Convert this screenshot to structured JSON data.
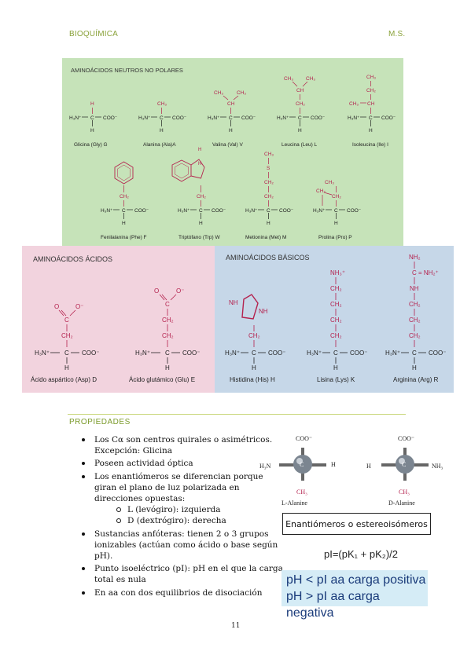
{
  "header": {
    "left": "BIOQUÍMICA",
    "right": "M.S."
  },
  "neutral": {
    "title": "AMINOÁCIDOS NEUTROS NO POLARES",
    "names": [
      "Glicina (Gly) G",
      "Alanina (Ala)A",
      "Valina (Val) V",
      "Leucina (Leu) L",
      "Isoleucina (Ile) I",
      "Fenilalanina (Phe) F",
      "Triptófano (Trp) W",
      "Metionina (Met) M",
      "Prolina (Pro) P"
    ]
  },
  "acid": {
    "title": "AMINOÁCIDOS ÁCIDOS",
    "names": [
      "Ácido aspártico (Asp) D",
      "Ácido glutámico (Glu) E"
    ]
  },
  "basic": {
    "title": "AMINOÁCIDOS BÁSICOS",
    "names": [
      "Histidina (His) H",
      "Lisina (Lys) K",
      "Arginina (Arg) R"
    ]
  },
  "chem": {
    "h3n": "H₃N⁺",
    "c": "C",
    "coo": "COO⁻",
    "h": "H",
    "ch2": "CH₂",
    "ch3": "CH₃",
    "ch": "CH",
    "s": "S",
    "o": "O",
    "o_minus": "O⁻",
    "nh2": "NH₂",
    "nh": "NH",
    "c_eq_nh2": "C = NH₂⁺",
    "nh3": "NH₃⁺"
  },
  "properties": {
    "title": "PROPIEDADES",
    "items": [
      "Los Cα son centros quirales o asimétricos. Excepción: Glicina",
      "Poseen actividad óptica",
      "Los enantiómeros se diferencian porque giran el plano de luz polarizada en direcciones opuestas:",
      "Sustancias anfóteras: tienen 2 o 3 grupos ionizables (actúan como ácido o base según pH).",
      "Punto isoeléctrico (pI): pH en el que la carga total es nula",
      "En aa con dos equilibrios de disociación"
    ],
    "subitems": [
      "L (levógiro): izquierda",
      "D (dextrógiro): derecha"
    ]
  },
  "enantiomers": {
    "left_label": "L-Alanine",
    "right_label": "D-Alanine",
    "coo": "COO⁻",
    "h3n": "H₃N",
    "h": "H",
    "ch3": "CH₃",
    "c": "C",
    "nh3": "NH₃",
    "caption": "Enantiómeros o estereoisómeros"
  },
  "formula": "pI=(pK₁ + pK₂)/2",
  "ph_lines": [
    "pH < pI  aa carga positiva",
    "pH > pI  aa carga negativa"
  ],
  "page_number": "11",
  "colors": {
    "sidechain": "#b4224e",
    "header": "#8aa23a",
    "green_bg": "#c6e3b9",
    "pink_bg": "#f2d3de",
    "blue_bg": "#c6d7e8"
  }
}
